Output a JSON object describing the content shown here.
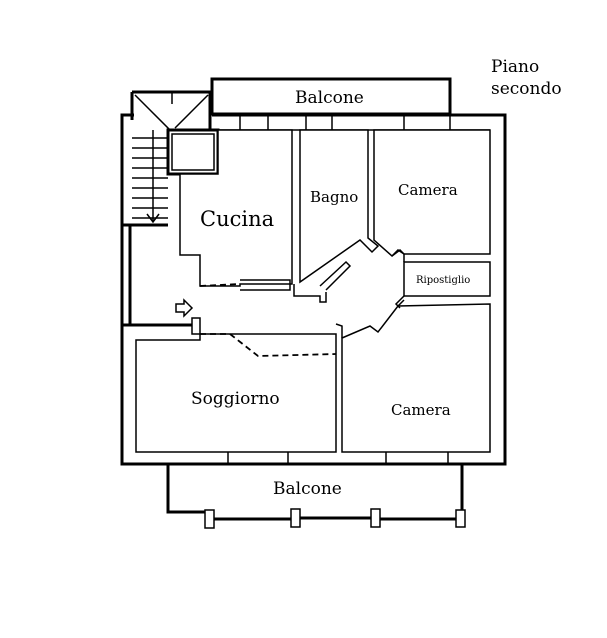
{
  "plan": {
    "floor_label_line1": "Piano",
    "floor_label_line2": "secondo",
    "rooms": {
      "balcone_top": "Balcone",
      "cucina": "Cucina",
      "bagno": "Bagno",
      "camera_top": "Camera",
      "ripostiglio": "Ripostiglio",
      "soggiorno": "Soggiorno",
      "camera_bottom": "Camera",
      "balcone_bottom": "Balcone"
    }
  }
}
